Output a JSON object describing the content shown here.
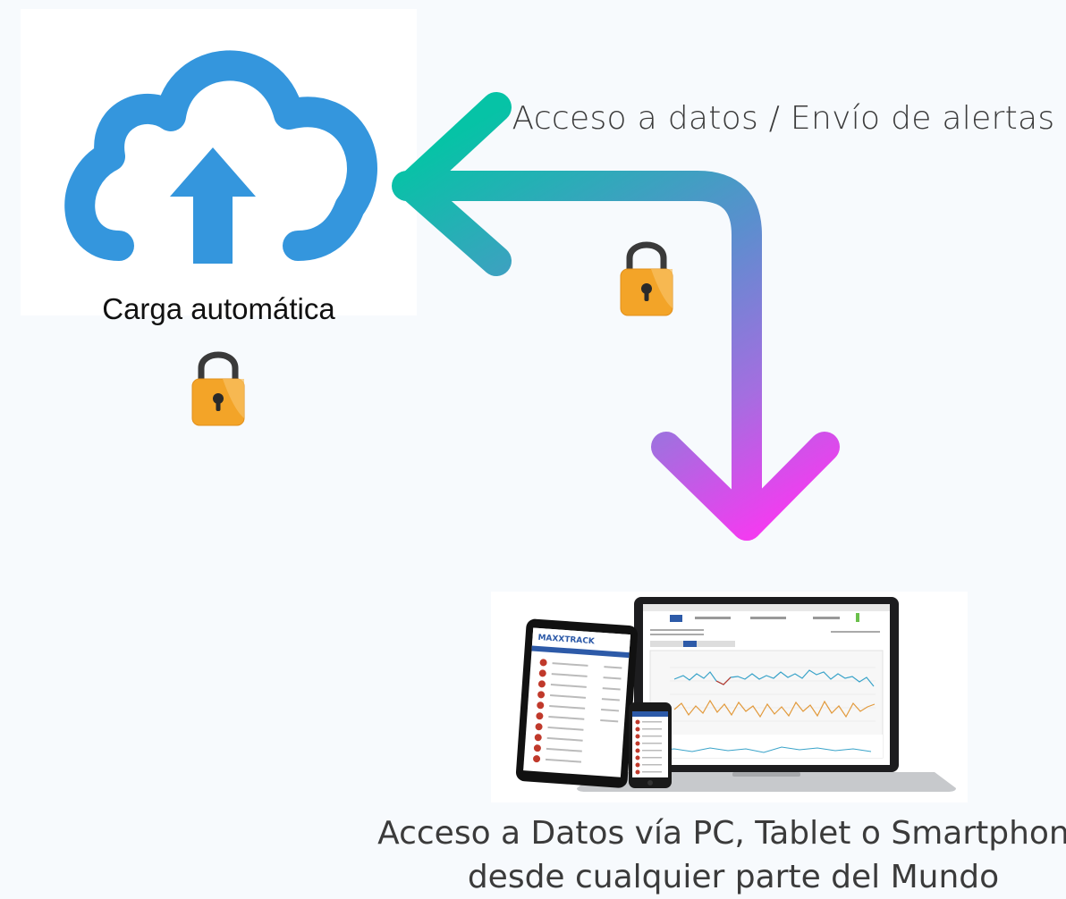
{
  "cloud": {
    "label": "Carga automática",
    "icon": "cloud-upload-icon",
    "color": "#3496dd"
  },
  "flow": {
    "label": "Acceso a datos / Envío de alertas",
    "gradient_start": "#06c3a6",
    "gradient_mid": "#8a6bd8",
    "gradient_end": "#f23cf0"
  },
  "locks": [
    {
      "icon": "padlock-icon",
      "color": "#f3a428"
    },
    {
      "icon": "padlock-icon",
      "color": "#f3a428"
    }
  ],
  "devices": {
    "tablet_logo": "MAXXTRACK",
    "icon": "devices-screenshot"
  },
  "bottom": {
    "line1": "Acceso a Datos vía PC, Tablet o Smartphone",
    "line2": "desde cualquier parte del Mundo"
  }
}
